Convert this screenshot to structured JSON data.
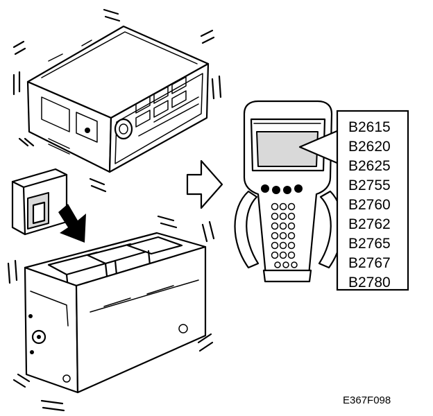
{
  "dtc_codes": [
    "B2615",
    "B2620",
    "B2625",
    "B2755",
    "B2760",
    "B2762",
    "B2765",
    "B2767",
    "B2780"
  ],
  "figure_id": "E367F098",
  "icons": {
    "radio": "radio-head-unit-icon",
    "module": "amplifier-module-icon",
    "scan_tool": "scan-tool-icon",
    "arrow": "hollow-right-arrow-icon",
    "insert": "solid-insert-arrow-icon"
  },
  "colors": {
    "ink": "#000000",
    "paper": "#ffffff",
    "shade": "#d9d9d9"
  }
}
